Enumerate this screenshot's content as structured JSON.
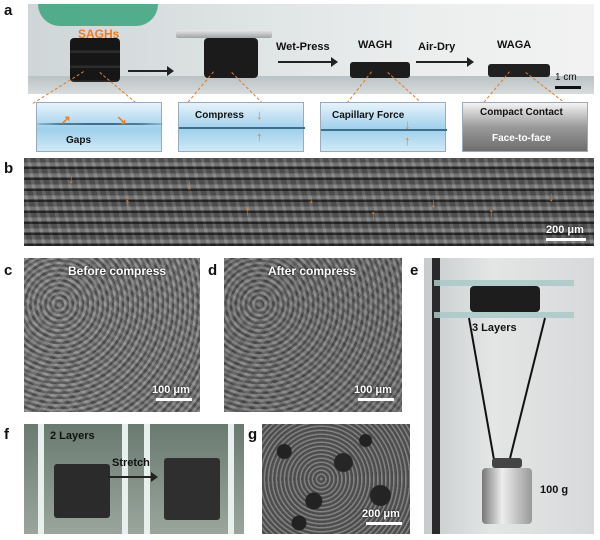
{
  "panel_labels": {
    "a": "a",
    "b": "b",
    "c": "c",
    "d": "d",
    "e": "e",
    "f": "f",
    "g": "g"
  },
  "panel_a": {
    "sample": "SAGHs",
    "step_wet_press": "Wet-Press",
    "product_wagh": "WAGH",
    "step_air_dry": "Air-Dry",
    "product_waga": "WAGA",
    "scale": "1 cm",
    "schematic": {
      "gaps": "Gaps",
      "compress": "Compress",
      "capillary": "Capillary Force",
      "compact": "Compact Contact",
      "face": "Face-to-face"
    }
  },
  "panel_b": {
    "scale": "200 μm"
  },
  "panel_c": {
    "title": "Before compress",
    "scale": "100 μm"
  },
  "panel_d": {
    "title": "After compress",
    "scale": "100 μm"
  },
  "panel_e": {
    "layers": "3 Layers",
    "weight": "100 g"
  },
  "panel_f": {
    "layers": "2 Layers",
    "action": "Stretch"
  },
  "panel_g": {
    "scale": "200 μm"
  },
  "colors": {
    "accent_orange": "#f07c1b",
    "schematic_blue": "#9fd0ec"
  }
}
